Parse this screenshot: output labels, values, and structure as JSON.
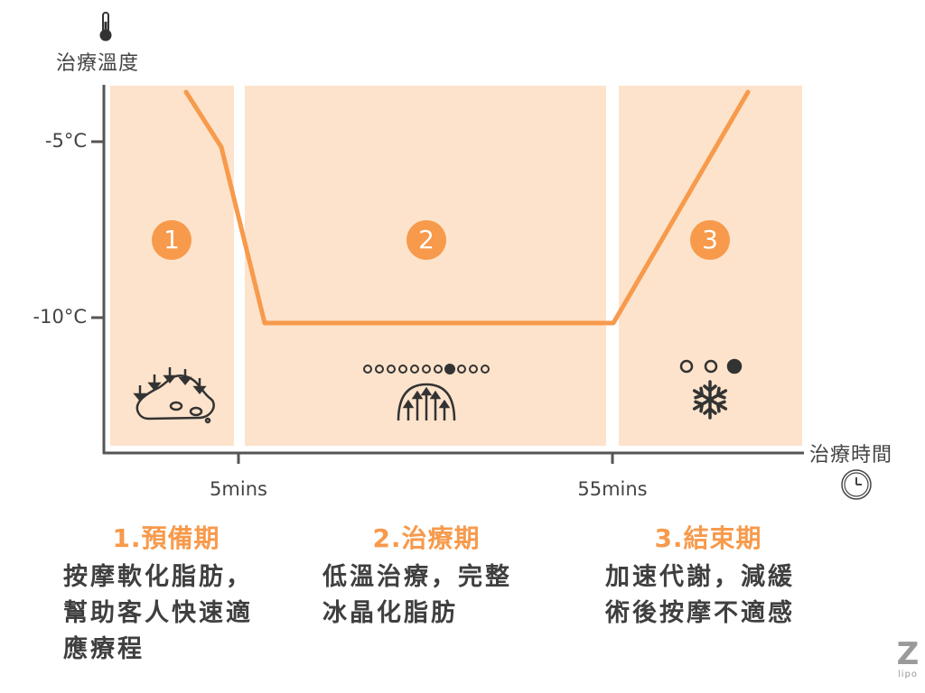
{
  "header": {
    "y_axis_title": "治療溫度",
    "y_axis_icon": "thermometer-icon"
  },
  "axis": {
    "y_ticks": [
      "-5°C",
      "-10°C"
    ],
    "x_ticks": [
      "5mins",
      "55mins"
    ],
    "x_axis_title": "治療時間",
    "x_axis_icon": "clock-icon"
  },
  "phases": [
    {
      "badge": "1",
      "icon": "fat-compress-icon",
      "title": "1.預備期",
      "desc_lines": [
        "按摩軟化脂肪，",
        "幫助客人快速適",
        "應療程"
      ]
    },
    {
      "badge": "2",
      "icon": "cooling-dome-icon",
      "title": "2.治療期",
      "desc_lines": [
        "低溫治療，完整",
        "冰晶化脂肪"
      ]
    },
    {
      "badge": "3",
      "icon": "snowflake-icon",
      "title": "3.結束期",
      "desc_lines": [
        "加速代謝，減緩",
        "術後按摩不適感"
      ]
    }
  ],
  "progress_dots": {
    "phase2": {
      "total": 11,
      "filled_index": 7
    },
    "phase3": {
      "total": 3,
      "filled_index": 2
    }
  },
  "colors": {
    "accent": "#f79a4c",
    "panel": "#fde3cb",
    "axis": "#555555",
    "text": "#444444"
  },
  "logo": {
    "mark": "Z",
    "text": "lipo"
  },
  "chart_data": {
    "type": "line",
    "title": "",
    "xlabel": "治療時間",
    "ylabel": "治療溫度",
    "x_tick_labels": [
      "5mins",
      "55mins"
    ],
    "y_tick_labels": [
      "-5°C",
      "-10°C"
    ],
    "series": [
      {
        "name": "治療溫度",
        "x_minutes": [
          0.5,
          2.5,
          7.5,
          55,
          65
        ],
        "y_celsius": [
          -3.5,
          -5.2,
          -10.2,
          -10.2,
          -3.5
        ]
      }
    ],
    "phases": [
      {
        "label": "1.預備期",
        "x_range": [
          0,
          5
        ]
      },
      {
        "label": "2.治療期",
        "x_range": [
          5,
          55
        ]
      },
      {
        "label": "3.結束期",
        "x_range": [
          55,
          65
        ]
      }
    ],
    "ylim": [
      -14,
      -2.5
    ],
    "grid": false,
    "legend": "none"
  }
}
